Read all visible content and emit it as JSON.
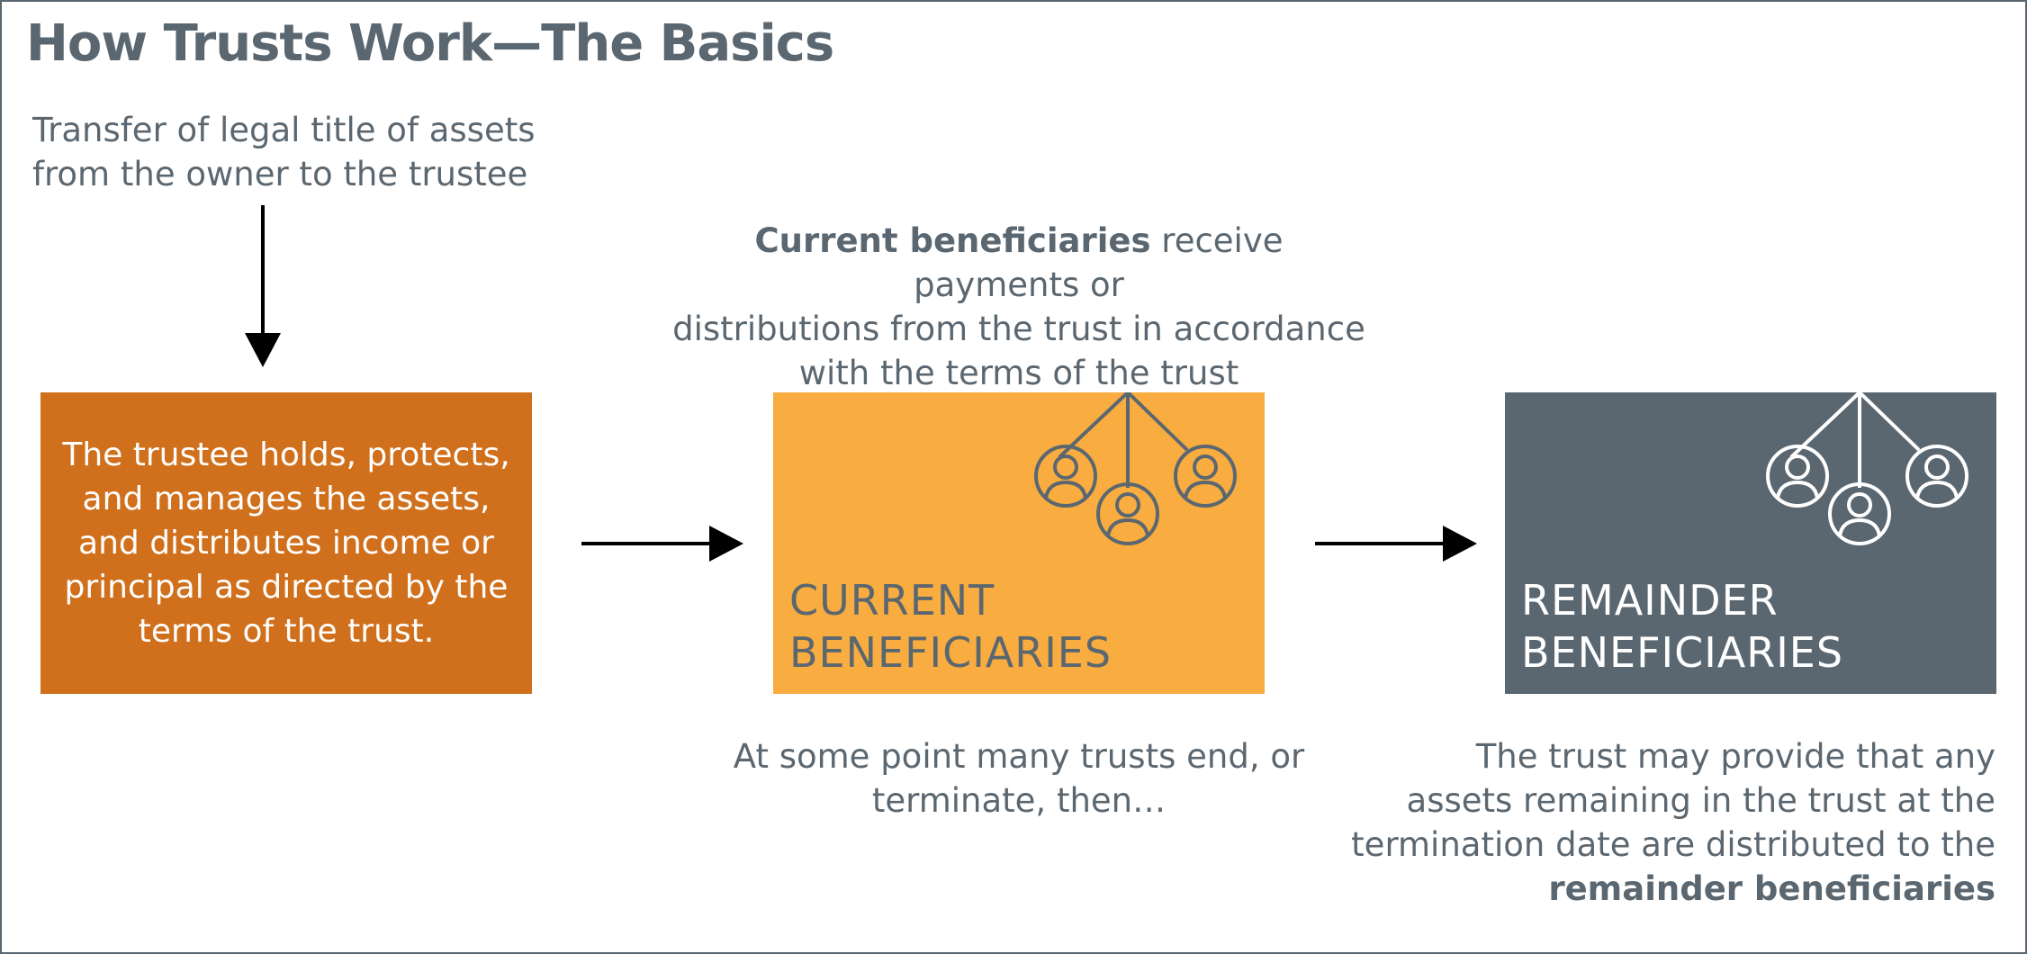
{
  "title": "How Trusts Work—The Basics",
  "transfer_caption": {
    "line1": "Transfer of legal title of assets",
    "line2": "from the owner to the trustee"
  },
  "current_caption": {
    "bold": "Current beneficiaries",
    "rest_line1": " receive payments or",
    "line2": "distributions from the trust in accordance",
    "line3": "with the terms of the trust"
  },
  "trustee_box": {
    "line1": "The trustee holds, protects,",
    "line2": "and manages the assets,",
    "line3": "and distributes income or",
    "line4": "principal as directed by the",
    "line5": "terms of the trust."
  },
  "current_box": {
    "line1": "CURRENT",
    "line2": "BENEFICIARIES"
  },
  "remainder_box": {
    "line1": "REMAINDER",
    "line2": "BENEFICIARIES"
  },
  "terminate_caption": {
    "line1": "At some point many trusts end, or",
    "line2": "terminate, then…"
  },
  "remainder_caption": {
    "line1": "The trust may provide that any",
    "line2": "assets remaining in the trust at the",
    "line3": "termination date are distributed to the",
    "bold": "remainder beneficiaries"
  },
  "icons": [
    "person-icon",
    "arrow-down-icon",
    "arrow-right-icon"
  ],
  "colors": {
    "trustee": "#d0701c",
    "current": "#f9ad40",
    "remainder": "#5b6770",
    "text": "#5b6770"
  }
}
